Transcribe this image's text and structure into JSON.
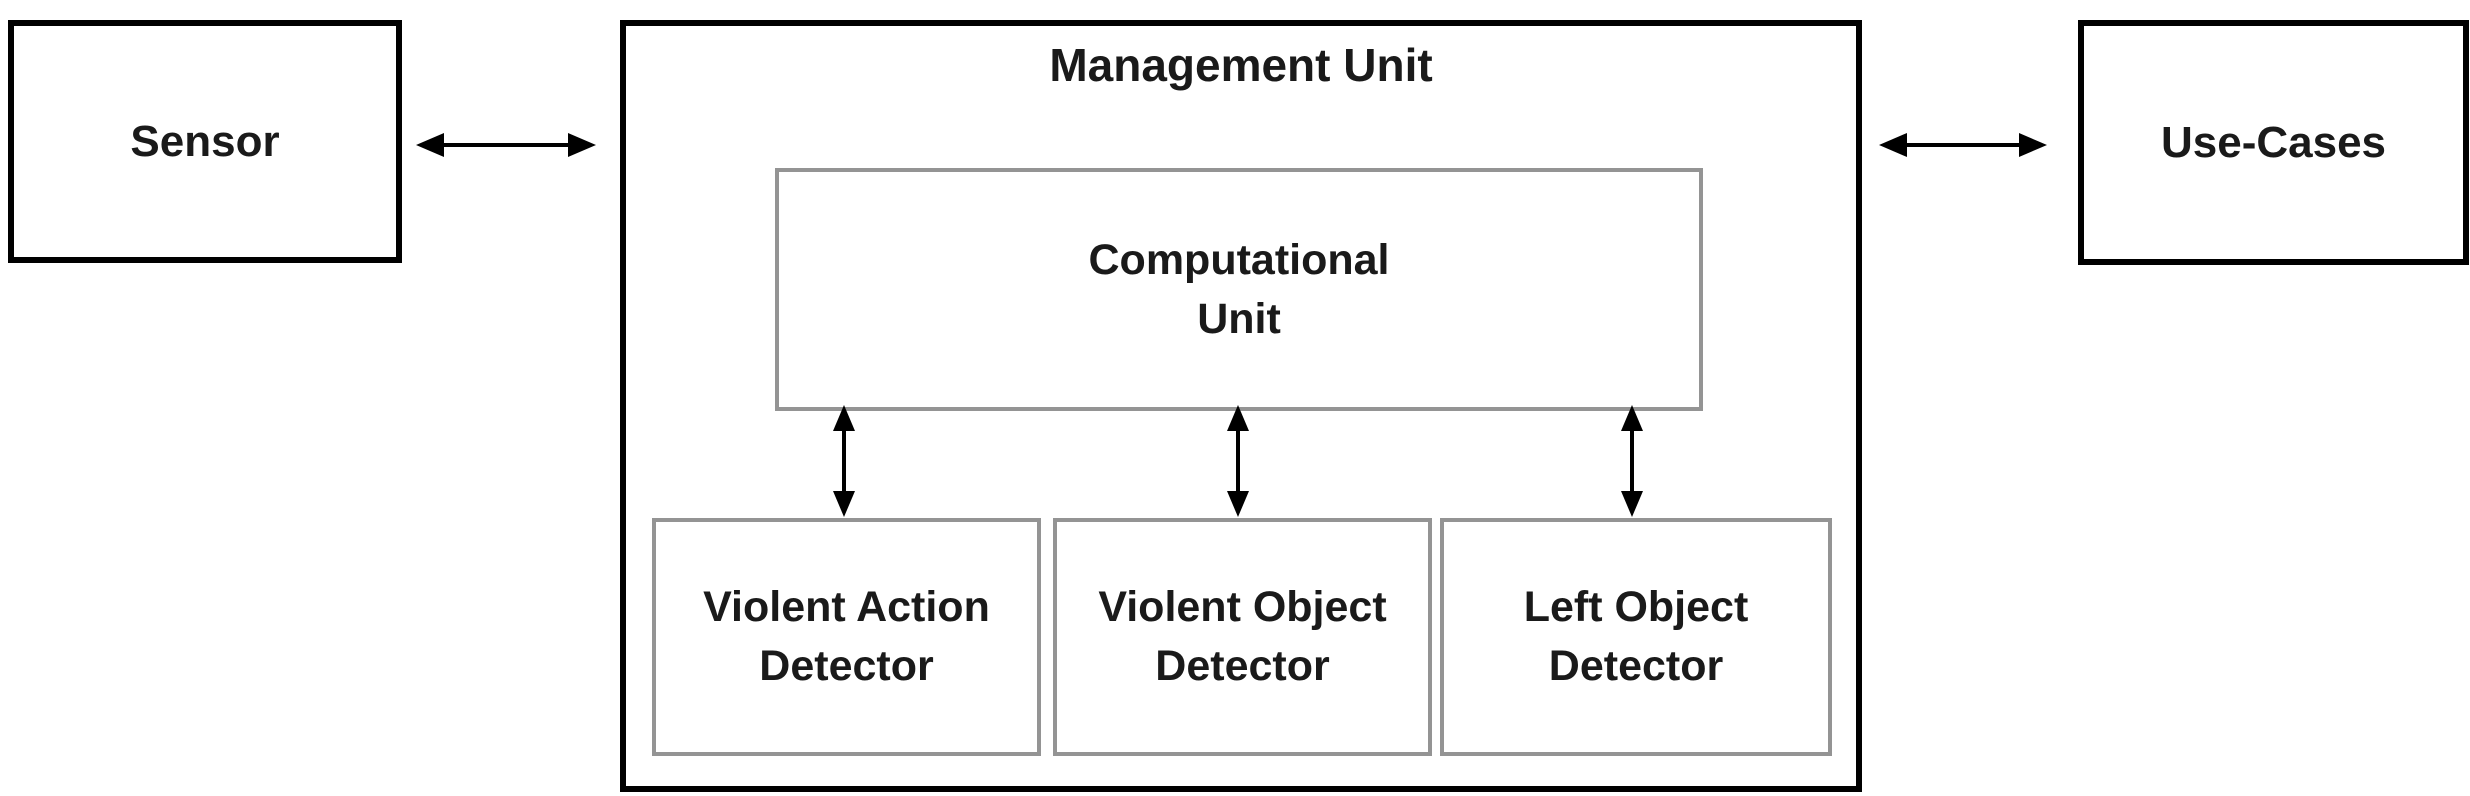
{
  "diagram": {
    "sensor": {
      "label": "Sensor"
    },
    "management_unit": {
      "title": "Management Unit",
      "computational_unit": {
        "lines": [
          "Computational",
          "Unit"
        ]
      },
      "detectors": [
        {
          "lines": [
            "Violent Action",
            "Detector"
          ]
        },
        {
          "lines": [
            "Violent Object",
            "Detector"
          ]
        },
        {
          "lines": [
            "Left Object",
            "Detector"
          ]
        }
      ]
    },
    "use_cases": {
      "label": "Use-Cases"
    },
    "connections": [
      "Sensor <-> Management Unit",
      "Management Unit <-> Use-Cases",
      "Computational Unit <-> Violent Action Detector",
      "Computational Unit <-> Violent Object Detector",
      "Computational Unit <-> Left Object Detector"
    ],
    "colors": {
      "outer_box_border": "#000000",
      "inner_box_border": "#949494",
      "text": "#1a1a1a",
      "background": "#ffffff",
      "arrow": "#000000"
    }
  }
}
